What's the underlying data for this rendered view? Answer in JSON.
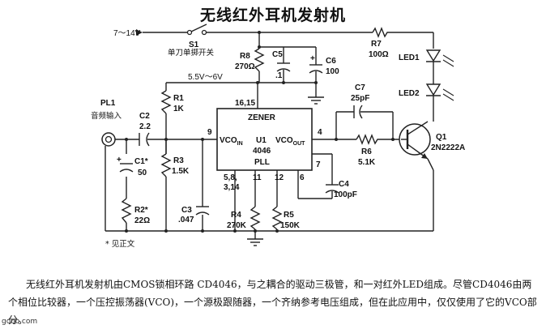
{
  "title": "无线红外耳机发射机",
  "labels": {
    "supply": "7～14V",
    "s1": "S1",
    "s1_desc": "单刀单掷开关",
    "r7": "R7",
    "r7_val": "100Ω",
    "r8": "R8",
    "r8_val": "270Ω",
    "c5": "C5",
    "c5_val": ".1",
    "c6": "C6",
    "c6_val": "100",
    "led1": "LED1",
    "led2": "LED2",
    "rail": "5.5V～6V",
    "r1": "R1",
    "r1_val": "1K",
    "c7": "C7",
    "c7_val": "25pF",
    "pl1": "PL1",
    "pl1_desc": "音频输入",
    "c2": "C2",
    "c2_val": "2.2",
    "pins_top": "16,15",
    "zener": "ZENER",
    "pin9": "9",
    "vco_in": "VCO",
    "vco_in_sub": "IN",
    "u1": "U1",
    "u1_part": "4046",
    "u1_pll": "PLL",
    "vco_out": "VCO",
    "vco_out_sub": "OUT",
    "pin4": "4",
    "r6": "R6",
    "r6_val": "5.1K",
    "q1": "Q1",
    "q1_part": "2N2222A",
    "c1": "C1*",
    "c1_val": "50",
    "r3": "R3",
    "r3_val": "1.5K",
    "pins_58": "5,8,",
    "pins_314": "3,14",
    "pin11": "11",
    "pin12": "12",
    "pin7": "7",
    "pin6": "6",
    "c4": "C4",
    "c4_val": "100pF",
    "c3": "C3",
    "c3_val": ".047",
    "r4": "R4",
    "r4_val": "270K",
    "r5": "R5",
    "r5_val": "150K",
    "r2": "R2*",
    "r2_val": "22Ω",
    "note": "* 见正文"
  },
  "description": "无线红外耳机发射机由CMOS锁相环路 CD4046，与之耦合的驱动三极管，和一对红外LED组成。尽管CD4046由两个相位比较器，一个压控振荡器(VCO)，一个源极跟随器，一个齐纳参考电压组成，但在此应用中，仅仅使用了它的VCO部分。",
  "watermark": "gooo.com"
}
